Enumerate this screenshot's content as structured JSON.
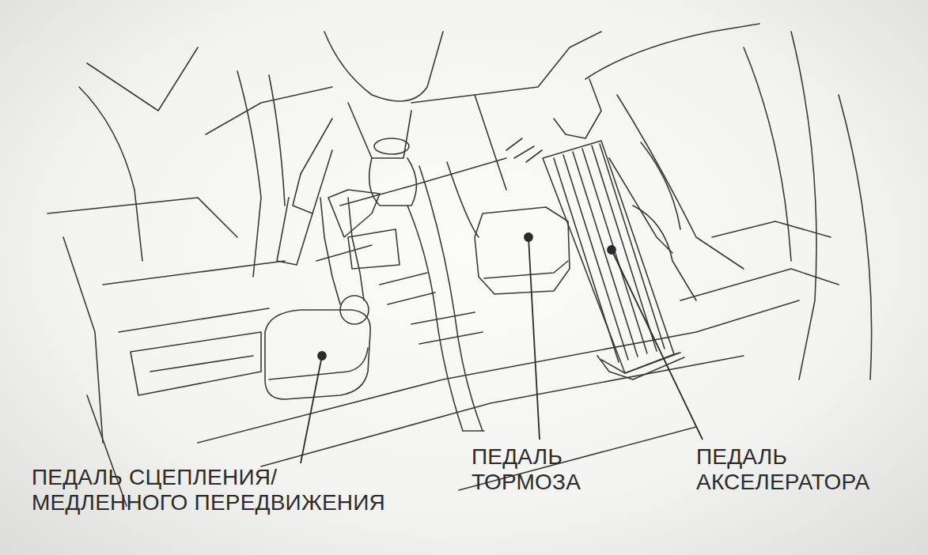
{
  "diagram": {
    "labels": [
      "ПЕДАЛЬ СЦЕПЛЕНИЯ/ МЕДЛЕННОГО ПЕРЕДВИЖЕНИЯ",
      "ПЕДАЛЬ ТОРМОЗА",
      "ПЕДАЛЬ АКСЕЛЕРАТОРА"
    ]
  }
}
